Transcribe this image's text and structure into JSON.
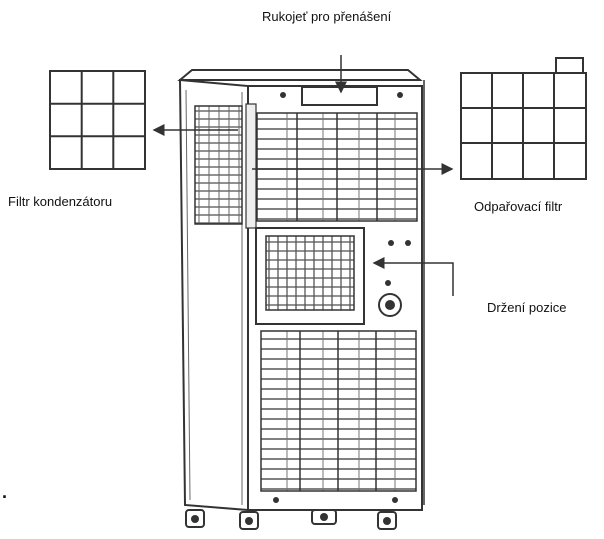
{
  "labels": {
    "handle": "Rukojeť pro přenášení",
    "condenser_filter": "Filtr kondenzátoru",
    "evaporator_filter": "Odpařovací filtr",
    "holding_position": "Držení pozice",
    "bottom_mark": "."
  },
  "colors": {
    "line": "#333333",
    "grill": "#555555",
    "background": "#ffffff"
  }
}
